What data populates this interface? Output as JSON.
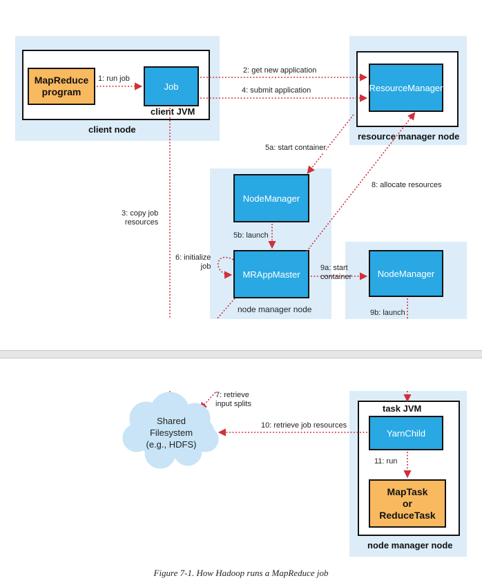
{
  "diagram": {
    "nodes": {
      "client_node": "client node",
      "client_jvm": "client JVM",
      "resource_manager_node": "resource manager node",
      "node_manager_node_1": "node manager node",
      "node_manager_node_2": "node manager node",
      "task_jvm": "task JVM"
    },
    "components": {
      "mapreduce_program": "MapReduce\nprogram",
      "job": "Job",
      "resource_manager": "ResourceManager",
      "node_manager_1": "NodeManager",
      "mr_app_master": "MRAppMaster",
      "node_manager_2": "NodeManager",
      "yarn_child": "YarnChild",
      "map_or_reduce_task": "MapTask\nor\nReduceTask",
      "shared_filesystem": "Shared\nFilesystem\n(e.g., HDFS)"
    },
    "steps": {
      "s1": "1: run job",
      "s2": "2: get new application",
      "s3": "3: copy job\nresources",
      "s4": "4: submit application",
      "s5a": "5a: start container",
      "s5b": "5b: launch",
      "s6": "6: initialize\njob",
      "s7": "7: retrieve\ninput splits",
      "s8": "8: allocate resources",
      "s9a": "9a: start\ncontainer",
      "s9b": "9b: launch",
      "s10": "10: retrieve job resources",
      "s11": "11: run"
    },
    "caption": "Figure 7-1. How Hadoop runs a MapReduce job"
  },
  "colors": {
    "node_background": "#dcedf9",
    "component_blue": "#29a8e3",
    "task_orange": "#f9b95f",
    "arrow_red": "#d0303a"
  }
}
